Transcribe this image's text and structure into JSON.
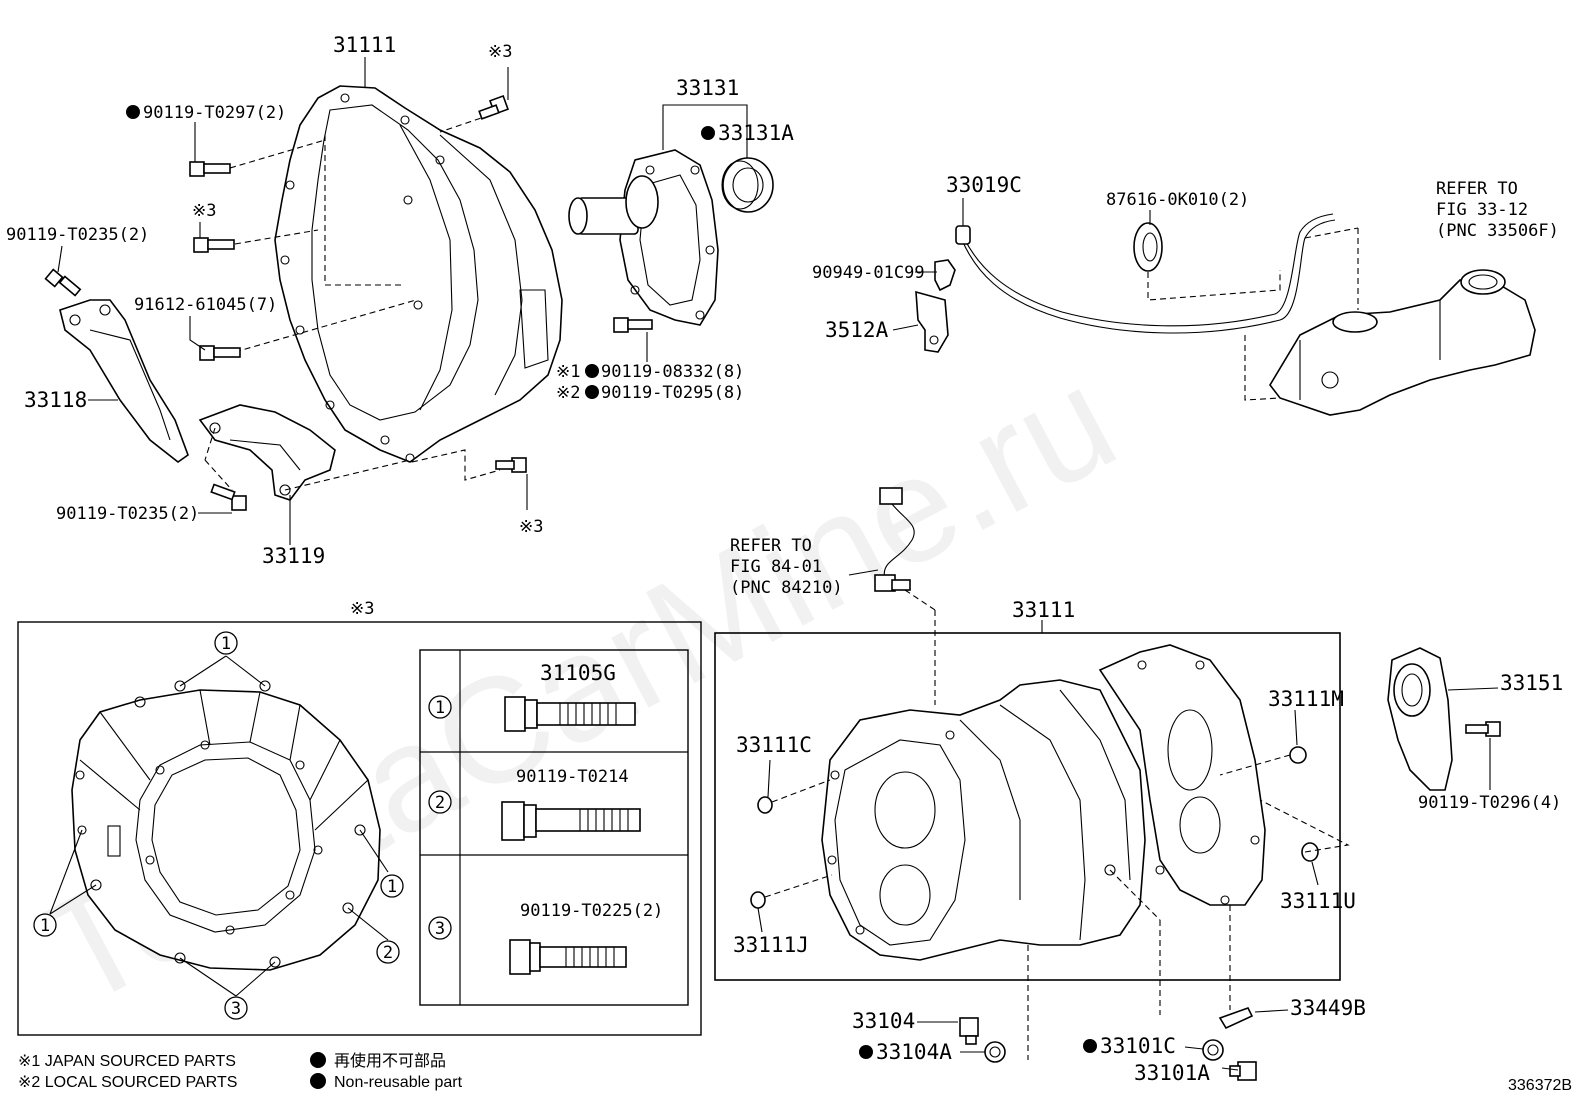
{
  "watermark": "ToyotaCarMine.ru",
  "labels": {
    "p31111_top": "31111",
    "p33131": "33131",
    "p33131A": "33131A",
    "p90119_T0297": "90119-T0297(2)",
    "ref3_top_bolt": "※3",
    "ref3_left_bolt": "※3",
    "ref3_bottom_bolt": "※3",
    "p90119_T0235_a": "90119-T0235(2)",
    "p91612_61045": "91612-61045(7)",
    "p33118": "33118",
    "p90119_T0235_b": "90119-T0235(2)",
    "p33119": "33119",
    "ref1_08332_mark": "※1",
    "p90119_08332": "90119-08332(8)",
    "ref2_T0295_mark": "※2",
    "p90119_T0295": "90119-T0295(8)",
    "p33019C": "33019C",
    "p87616": "87616-0K010(2)",
    "refer_33_l1": "REFER TO",
    "refer_33_l2": "FIG 33-12",
    "refer_33_l3": "(PNC 33506F)",
    "p90949": "90949-01C99",
    "p3512A": "3512A",
    "refer_84_l1": "REFER TO",
    "refer_84_l2": "FIG 84-01",
    "refer_84_l3": "(PNC 84210)",
    "p33111_box": "33111",
    "p33111C": "33111C",
    "p33111M": "33111M",
    "p33151": "33151",
    "p90119_T0296": "90119-T0296(4)",
    "p33111J": "33111J",
    "p33111U": "33111U",
    "p33104": "33104",
    "p33104A": "33104A",
    "p33101C": "33101C",
    "p33101A": "33101A",
    "p33449B": "33449B",
    "inset_title": "※3",
    "inset_1a": "1",
    "inset_1b": "1",
    "inset_1c": "1",
    "inset_2": "2",
    "inset_3": "3",
    "table_row1_num": "1",
    "table_row2_num": "2",
    "table_row3_num": "3",
    "table_row1_part": "31105G",
    "table_row2_part": "90119-T0214",
    "table_row3_part": "90119-T0225(2)",
    "fig_no": "336372B"
  },
  "legend": {
    "l1": "※1 JAPAN SOURCED PARTS",
    "l2": "※2 LOCAL SOURCED PARTS",
    "l3": "再使用不可部品",
    "l4": "Non-reusable part"
  }
}
